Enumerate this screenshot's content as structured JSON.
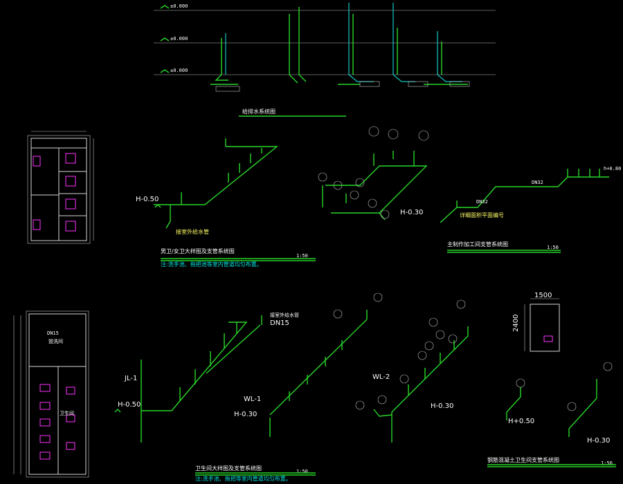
{
  "colors": {
    "background": "#000000",
    "pipe_green": "#29d829",
    "pipe_cyan": "#14c8c8",
    "text_white": "#ffffff",
    "text_cyan": "#00e5e5",
    "fixture_magenta": "#ff33ff"
  },
  "top_diagram": {
    "title": "给排水系统图"
  },
  "mid_left": {
    "title": "男卫/女卫大样图及支管系统图",
    "scale": "1:50",
    "note": "注:洗手池、拖把池等室内管道均匀布置。",
    "label_h": "H-0.50",
    "label_note": "接室外给水管"
  },
  "mid_center": {
    "label_h": "H-0.30"
  },
  "mid_right": {
    "title": "主制作加工间支管系统图",
    "scale": "1:50",
    "label_dn32a": "DN32",
    "label_dn32b": "DN32",
    "label_h": "h+0.80",
    "label_note": "详细面积平面编号"
  },
  "bot_left": {
    "title": "卫生间大样图及支管系统图",
    "scale": "1:50",
    "note": "注:洗手池、拖把等室内管道均匀布置。",
    "label_jl": "JL-1",
    "label_h": "H-0.50",
    "label_wl1": "WL-1",
    "label_h2": "H-0.30",
    "label_top": "接室外给水管",
    "label_dn15": "DN15",
    "label_dn15_plan": "DN15",
    "label_room": "卫生间",
    "label_room2": "盥洗间"
  },
  "bot_center": {
    "label_wl2": "WL-2",
    "label_h": "H-0.30"
  },
  "bot_right": {
    "title": "钢筋混凝土卫生间支管系统图",
    "scale": "1:50",
    "dim_w": "1500",
    "dim_h": "2400",
    "label_h1": "H+0.50",
    "label_h2": "H-0.30"
  }
}
